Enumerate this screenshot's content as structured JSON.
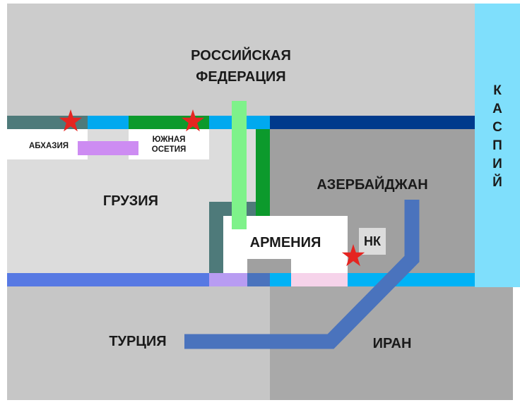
{
  "colors": {
    "russia": "#cccccc",
    "georgia": "#dcdcdc",
    "azerbaijan": "#a0a0a0",
    "turkey": "#c6c6c6",
    "iran": "#a9a9a9",
    "caspian": "#7fdffc",
    "armenia": "#ffffff",
    "border_light_blue": "#00a9ef",
    "border_dark_blue": "#003a8c",
    "border_blue_south": "#5779e3",
    "teal_route": "#4e7a7a",
    "green_route": "#0c9a2c",
    "light_green_route": "#7ef28a",
    "lilac_route": "#cd8cf2",
    "pink_segment": "#f6d3ea",
    "pipeline_blue": "#4a73bd",
    "star_red": "#e52521"
  },
  "map": {
    "russia": "РОССИЙСКАЯ\nФЕДЕРАЦИЯ",
    "georgia": "ГРУЗИЯ",
    "abkhazia": "АБХАЗИЯ",
    "south_ossetia": "ЮЖНАЯ\nОСЕТИЯ",
    "azerbaijan": "АЗЕРБАЙДЖАН",
    "armenia": "АРМЕНИЯ",
    "nagorno_karabakh": "НК",
    "turkey": "ТУРЦИЯ",
    "iran": "ИРАН",
    "caspian": [
      "К",
      "А",
      "С",
      "П",
      "И",
      "Й"
    ]
  }
}
